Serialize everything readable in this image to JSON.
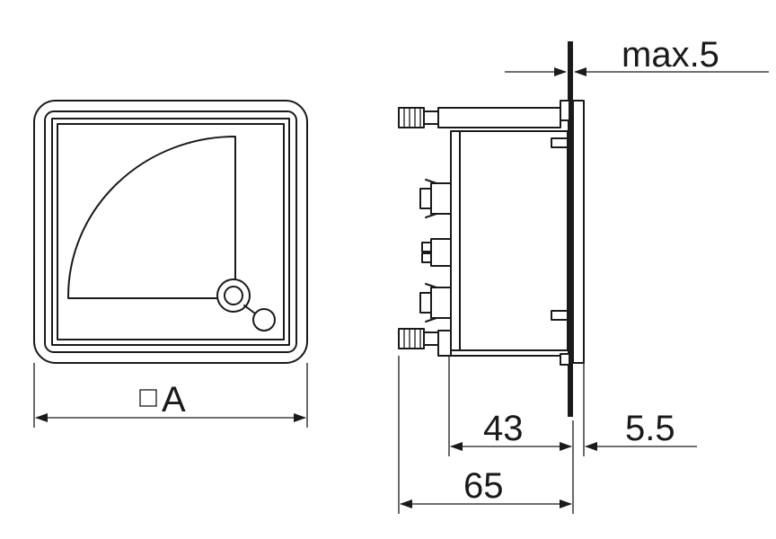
{
  "dimensions": {
    "front_width": "A",
    "max_panel": "max.5",
    "depth_case": "43",
    "flange": "5.5",
    "total_depth": "65"
  },
  "icons": {
    "square_symbol": "square-outline-icon",
    "arrow": "dimension-arrow-icon"
  },
  "colors": {
    "line": "#1a1a1a",
    "background": "#ffffff"
  }
}
